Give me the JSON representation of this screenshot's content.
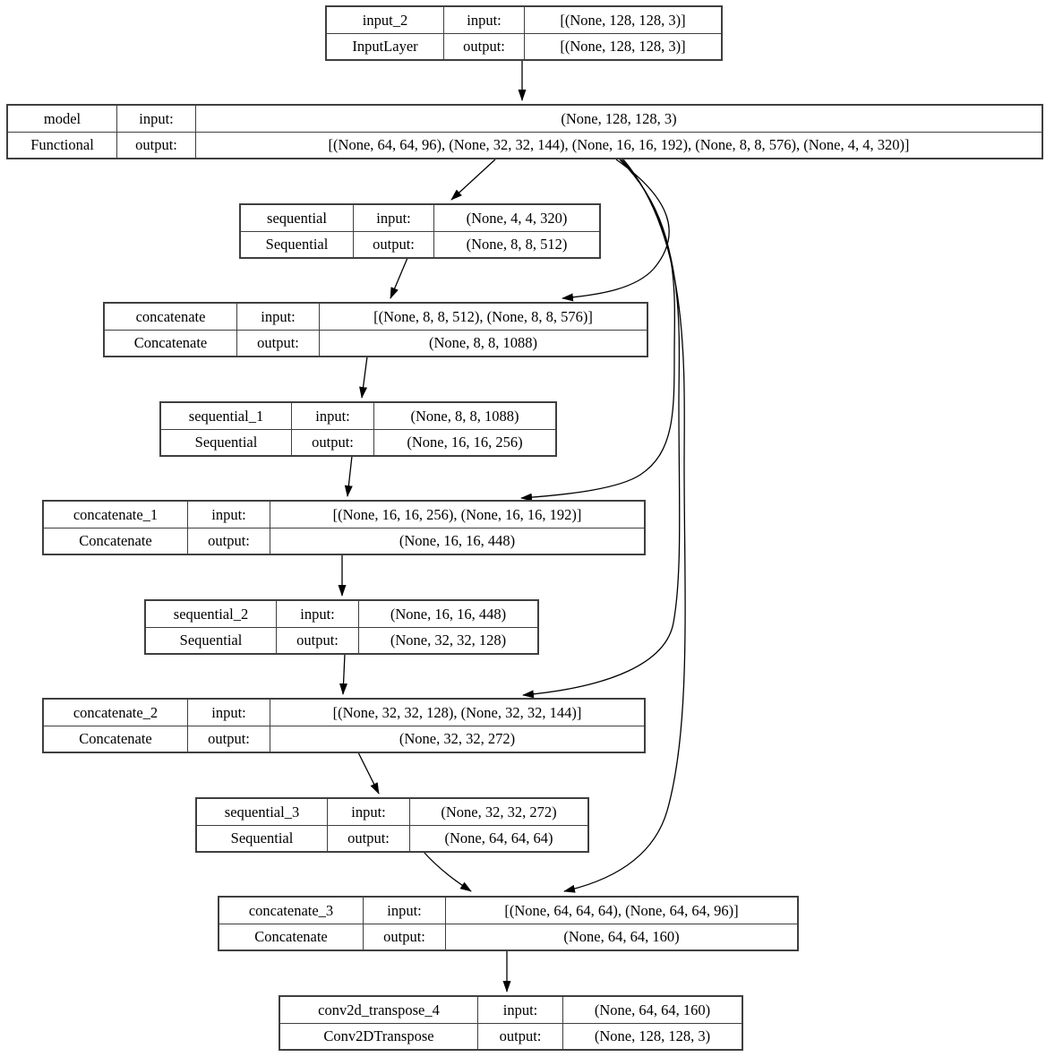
{
  "diagram": {
    "labels": {
      "input": "input:",
      "output": "output:"
    },
    "nodes": [
      {
        "name": "input_2",
        "type": "InputLayer",
        "input": "[(None, 128, 128, 3)]",
        "output": "[(None, 128, 128, 3)]"
      },
      {
        "name": "model",
        "type": "Functional",
        "input": "(None, 128, 128, 3)",
        "output": "[(None, 64, 64, 96), (None, 32, 32, 144), (None, 16, 16, 192), (None, 8, 8, 576), (None, 4, 4, 320)]"
      },
      {
        "name": "sequential",
        "type": "Sequential",
        "input": "(None, 4, 4, 320)",
        "output": "(None, 8, 8, 512)"
      },
      {
        "name": "concatenate",
        "type": "Concatenate",
        "input": "[(None, 8, 8, 512), (None, 8, 8, 576)]",
        "output": "(None, 8, 8, 1088)"
      },
      {
        "name": "sequential_1",
        "type": "Sequential",
        "input": "(None, 8, 8, 1088)",
        "output": "(None, 16, 16, 256)"
      },
      {
        "name": "concatenate_1",
        "type": "Concatenate",
        "input": "[(None, 16, 16, 256), (None, 16, 16, 192)]",
        "output": "(None, 16, 16, 448)"
      },
      {
        "name": "sequential_2",
        "type": "Sequential",
        "input": "(None, 16, 16, 448)",
        "output": "(None, 32, 32, 128)"
      },
      {
        "name": "concatenate_2",
        "type": "Concatenate",
        "input": "[(None, 32, 32, 128), (None, 32, 32, 144)]",
        "output": "(None, 32, 32, 272)"
      },
      {
        "name": "sequential_3",
        "type": "Sequential",
        "input": "(None, 32, 32, 272)",
        "output": "(None, 64, 64, 64)"
      },
      {
        "name": "concatenate_3",
        "type": "Concatenate",
        "input": "[(None, 64, 64, 64), (None, 64, 64, 96)]",
        "output": "(None, 64, 64, 160)"
      },
      {
        "name": "conv2d_transpose_4",
        "type": "Conv2DTranspose",
        "input": "(None, 64, 64, 160)",
        "output": "(None, 128, 128, 3)"
      }
    ],
    "edges": [
      [
        "input_2",
        "model"
      ],
      [
        "model",
        "sequential"
      ],
      [
        "model",
        "concatenate"
      ],
      [
        "model",
        "concatenate_1"
      ],
      [
        "model",
        "concatenate_2"
      ],
      [
        "model",
        "concatenate_3"
      ],
      [
        "sequential",
        "concatenate"
      ],
      [
        "concatenate",
        "sequential_1"
      ],
      [
        "sequential_1",
        "concatenate_1"
      ],
      [
        "concatenate_1",
        "sequential_2"
      ],
      [
        "sequential_2",
        "concatenate_2"
      ],
      [
        "concatenate_2",
        "sequential_3"
      ],
      [
        "sequential_3",
        "concatenate_3"
      ],
      [
        "concatenate_3",
        "conv2d_transpose_4"
      ]
    ]
  }
}
